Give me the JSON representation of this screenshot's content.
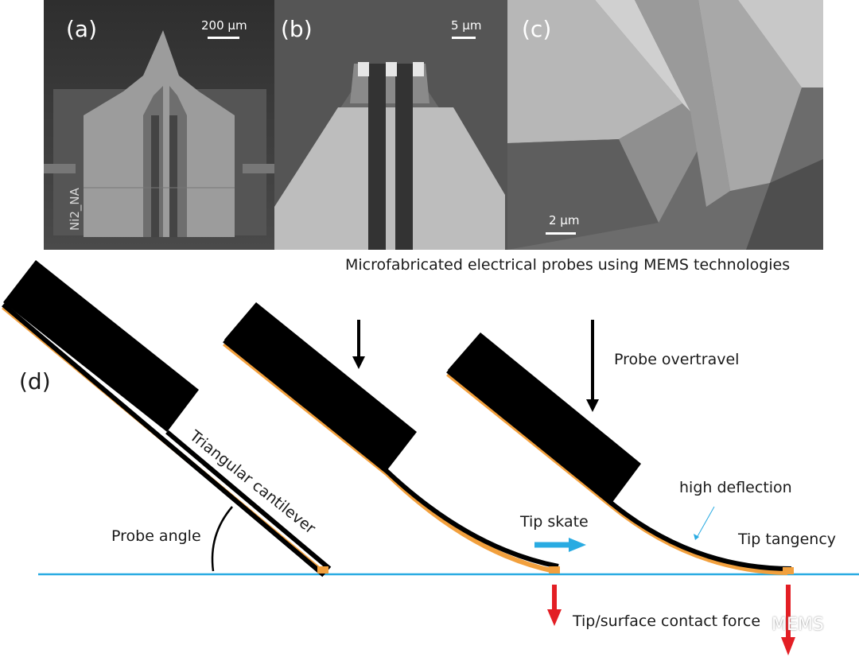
{
  "panels": {
    "a": {
      "label": "(a)",
      "scale": "200 µm",
      "sample": "Ni2_NA"
    },
    "b": {
      "label": "(b)",
      "scale": "5 µm"
    },
    "c": {
      "label": "(c)",
      "scale": "2 µm"
    }
  },
  "caption": "Microfabricated electrical probes using MEMS technologies",
  "diagram": {
    "label": "(d)",
    "cantilever": "Triangular cantilever",
    "probe_angle": "Probe angle",
    "probe_overtravel": "Probe overtravel",
    "tip_skate": "Tip skate",
    "high_deflection": "high deflection",
    "tip_tangency": "Tip tangency",
    "contact_force": "Tip/surface contact force",
    "watermark": "MEMS"
  },
  "colors": {
    "surface": "#29abe2",
    "skate_arrow": "#29abe2",
    "force_arrow": "#e31e24",
    "tip": "#f2a03d",
    "probe": "#000000"
  }
}
